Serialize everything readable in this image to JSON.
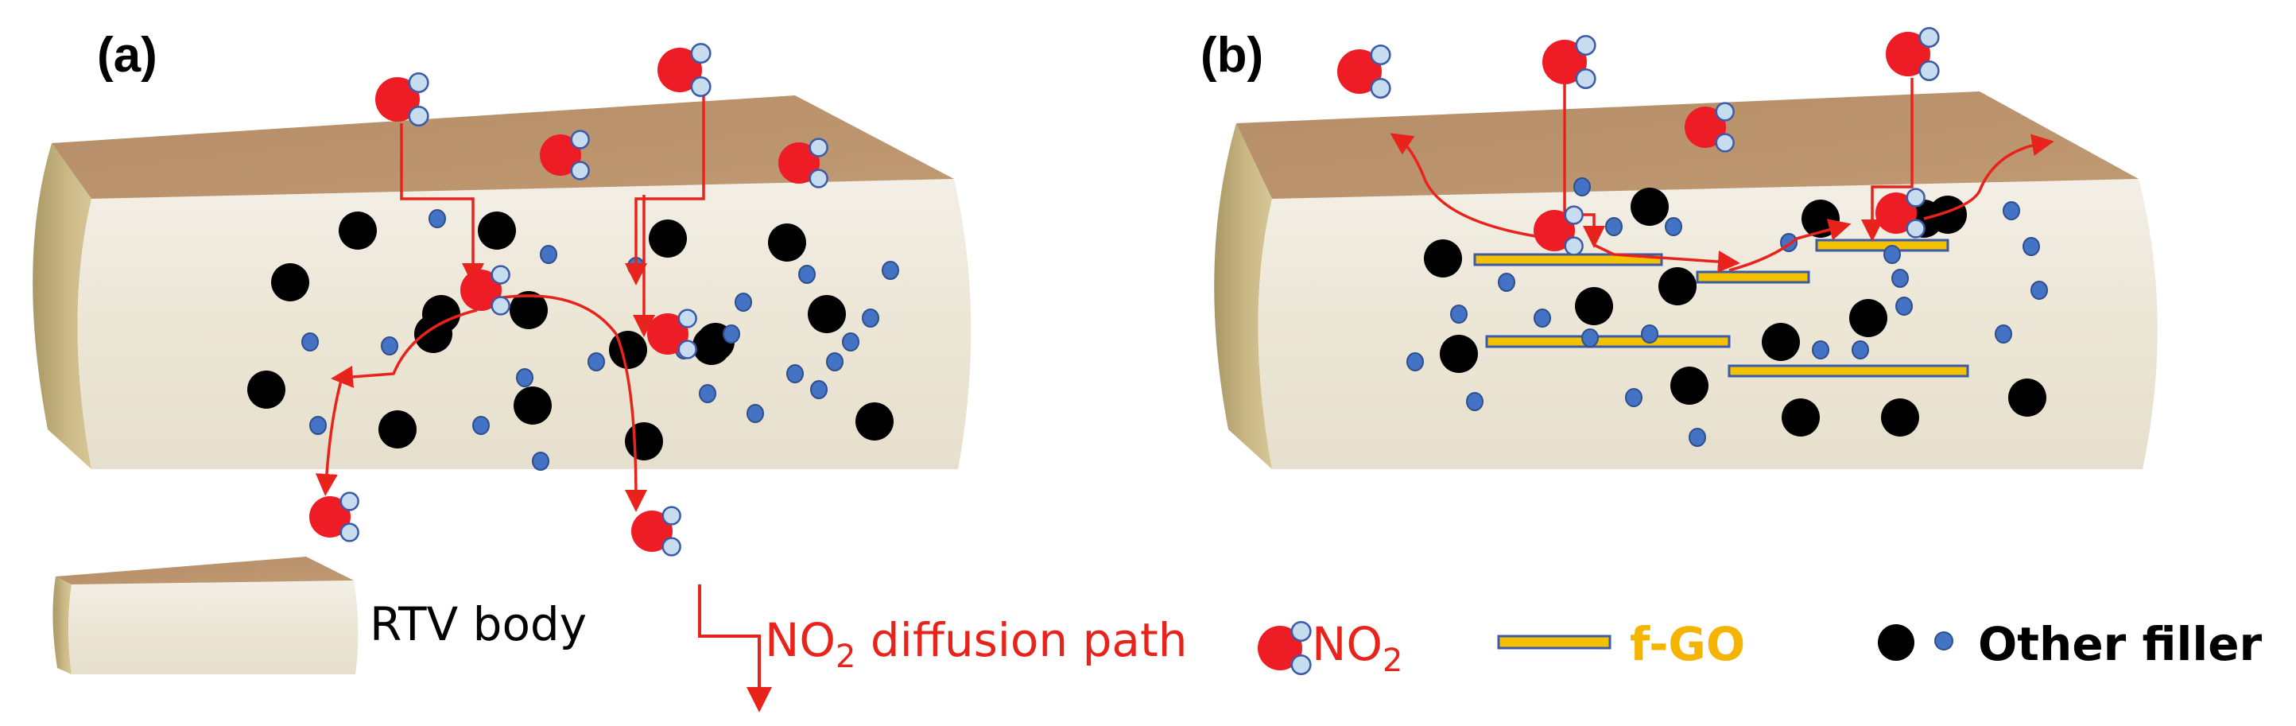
{
  "panels": [
    {
      "label": "(a)"
    },
    {
      "label": "(b)"
    }
  ],
  "legend": {
    "body_label": "RTV body",
    "path_prefix": "NO",
    "path_sub": "2",
    "path_suffix": " diffusion path",
    "molecule_main": "NO",
    "molecule_sub": "2",
    "fgo_label": "f-GO",
    "filler_label": "Other filler"
  },
  "colors": {
    "top_face": "#b8906a",
    "end_face": "#c8b47e",
    "front_face": "#efe9dc",
    "arrow": "#e8231c",
    "molecule_red": "#ee1c24",
    "molecule_o": "#c7dcef",
    "filler_large": "#000000",
    "filler_small": "#4472c4",
    "fgo_fill": "#f4c100",
    "fgo_stroke": "#3b5aa7",
    "fgo_text": "#f4b400"
  }
}
